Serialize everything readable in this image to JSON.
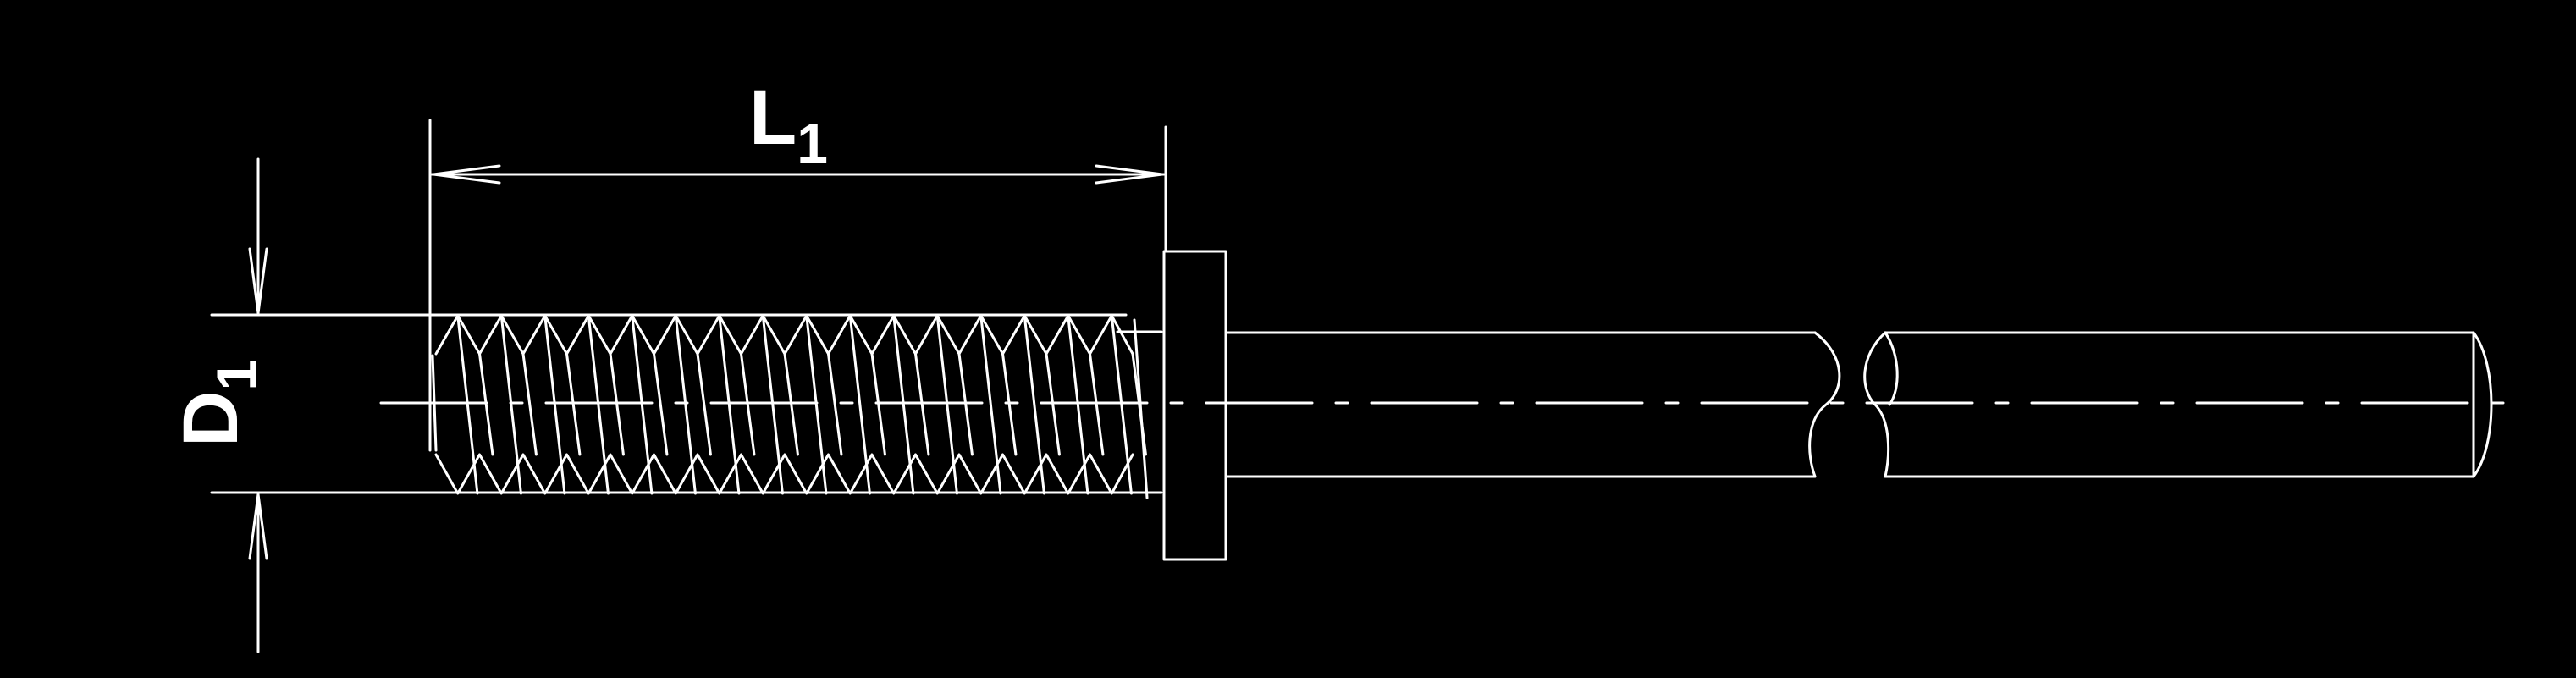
{
  "dimensions": {
    "length": {
      "letter": "L",
      "subscript": "1"
    },
    "diameter": {
      "letter": "D",
      "subscript": "1"
    }
  },
  "colors": {
    "background": "#000000",
    "line": "#ffffff"
  }
}
